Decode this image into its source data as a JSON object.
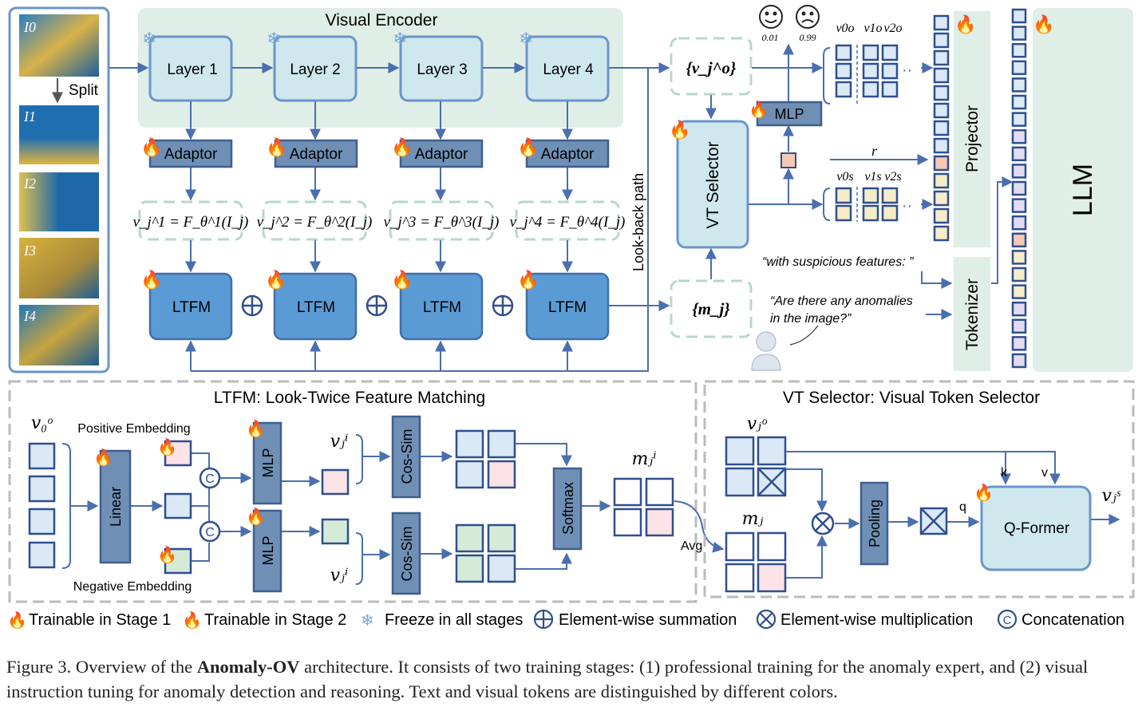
{
  "images": {
    "labels": [
      "I0",
      "I1",
      "I2",
      "I3",
      "I4"
    ],
    "split_label": "Split"
  },
  "encoder": {
    "title": "Visual Encoder",
    "layers": [
      "Layer 1",
      "Layer 2",
      "Layer 3",
      "Layer 4"
    ],
    "adaptor": "Adaptor",
    "ltfm": "LTFM",
    "features": [
      "v_j^1 = F_θ^1(I_j)",
      "v_j^2 = F_θ^2(I_j)",
      "v_j^3 = F_θ^3(I_j)",
      "v_j^4 = F_θ^4(I_j)"
    ],
    "lookback": "Look-back path"
  },
  "middle": {
    "vo": "{v_j^o}",
    "mj": "{m_j}",
    "selector": "VT Selector",
    "mlp": "MLP",
    "score_pos": "0.01",
    "score_neg": "0.99",
    "r_label": "r",
    "vo_tokens": [
      "v0o",
      "v1o",
      "v2o"
    ],
    "vs_tokens": [
      "v0s",
      "v1s",
      "v2s"
    ]
  },
  "right": {
    "projector": "Projector",
    "tokenizer": "Tokenizer",
    "llm": "LLM",
    "quote1": "“with suspicious features: ”",
    "quote2a": "“Are there any anomalies",
    "quote2b": "in the image?”"
  },
  "ltfm_panel": {
    "title": "LTFM: Look-Twice Feature Matching",
    "pos": "Positive Embedding",
    "neg": "Negative Embedding",
    "linear": "Linear",
    "mlp": "MLP",
    "cossim": "Cos-Sim",
    "softmax": "Softmax",
    "avg": "Avg",
    "concat_symbol": "C"
  },
  "vts_panel": {
    "title": "VT Selector: Visual Token Selector",
    "pooling": "Pooling",
    "qformer": "Q-Former",
    "k": "k",
    "v": "v",
    "q": "q"
  },
  "legend": {
    "stage1": "Trainable in Stage 1",
    "stage2": "Trainable in Stage 2",
    "freeze": "Freeze in all stages",
    "sum": "Element-wise summation",
    "mul": "Element-wise multiplication",
    "cat": "Concatenation"
  },
  "caption": {
    "prefix": "Figure 3. Overview of the ",
    "bold": "Anomaly-OV",
    "rest": " architecture. It consists of two training stages: (1) professional training for the anomaly expert, and (2) visual instruction tuning for anomaly detection and reasoning. Text and visual tokens are distinguished by different colors."
  },
  "colors": {
    "layer_fill": "#cfe8ee",
    "encoder_bg": "#dfeee7",
    "ltfm_fill": "#5b9bd5",
    "adaptor_fill": "#6f8fb5",
    "token_text": "#f6ecc7",
    "token_visual": "#e3dcf0",
    "token_hl": "#f6c9b4",
    "arrow": "#4a6eb0",
    "llm_bg": "#dfeee7"
  }
}
